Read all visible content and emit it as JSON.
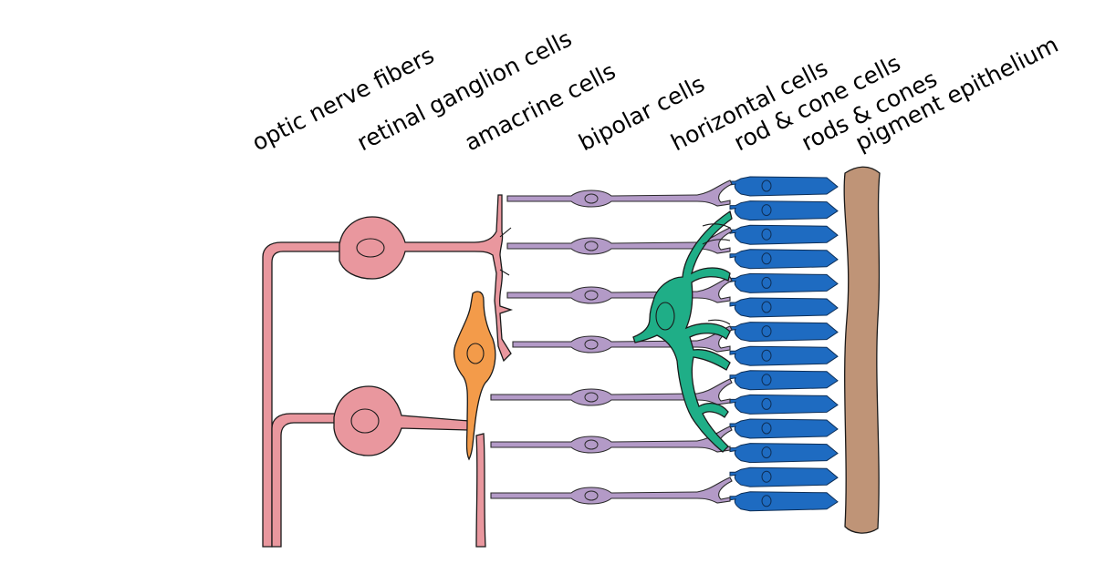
{
  "labels": {
    "optic_nerve_fibers": "optic nerve fibers",
    "retinal_ganglion_cells": "retinal ganglion cells",
    "amacrine_cells": "amacrine cells",
    "bipolar_cells": "bipolar cells",
    "horizontal_cells": "horizontal cells",
    "rod_cone_cells": "rod & cone cells",
    "rods_cones": "rods & cones",
    "pigment_epithelium": "pigment epithelium"
  },
  "colors": {
    "ganglion": "#e9979e",
    "amacrine": "#f39b4a",
    "bipolar": "#b39ac7",
    "horizontal": "#1fae87",
    "photoreceptor": "#1e6bc1",
    "pigment": "#bf9477"
  }
}
